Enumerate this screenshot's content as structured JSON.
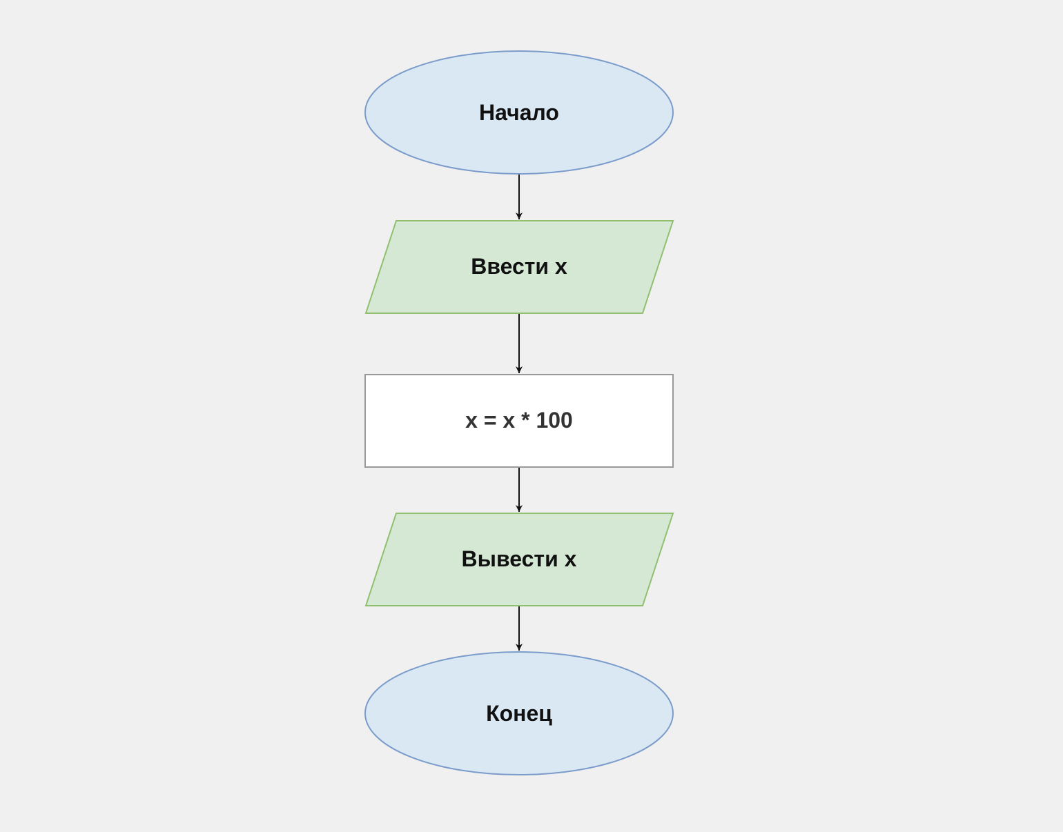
{
  "diagram": {
    "nodes": [
      {
        "id": "start",
        "shape": "terminator",
        "label": "Начало"
      },
      {
        "id": "input",
        "shape": "io",
        "label": "Ввести x"
      },
      {
        "id": "process",
        "shape": "process",
        "label": "x = x * 100"
      },
      {
        "id": "output",
        "shape": "io",
        "label": "Вывести x"
      },
      {
        "id": "end",
        "shape": "terminator",
        "label": "Конец"
      }
    ],
    "edges": [
      {
        "from": "start",
        "to": "input"
      },
      {
        "from": "input",
        "to": "process"
      },
      {
        "from": "process",
        "to": "output"
      },
      {
        "from": "output",
        "to": "end"
      }
    ],
    "colors": {
      "background": "#f0f0f0",
      "terminator_fill": "#dae8f3",
      "terminator_stroke": "#7b9ccb",
      "io_fill": "#d5e8d4",
      "io_stroke": "#8fbf6f",
      "process_fill": "#ffffff",
      "process_stroke": "#999999",
      "edge": "#111111"
    }
  }
}
